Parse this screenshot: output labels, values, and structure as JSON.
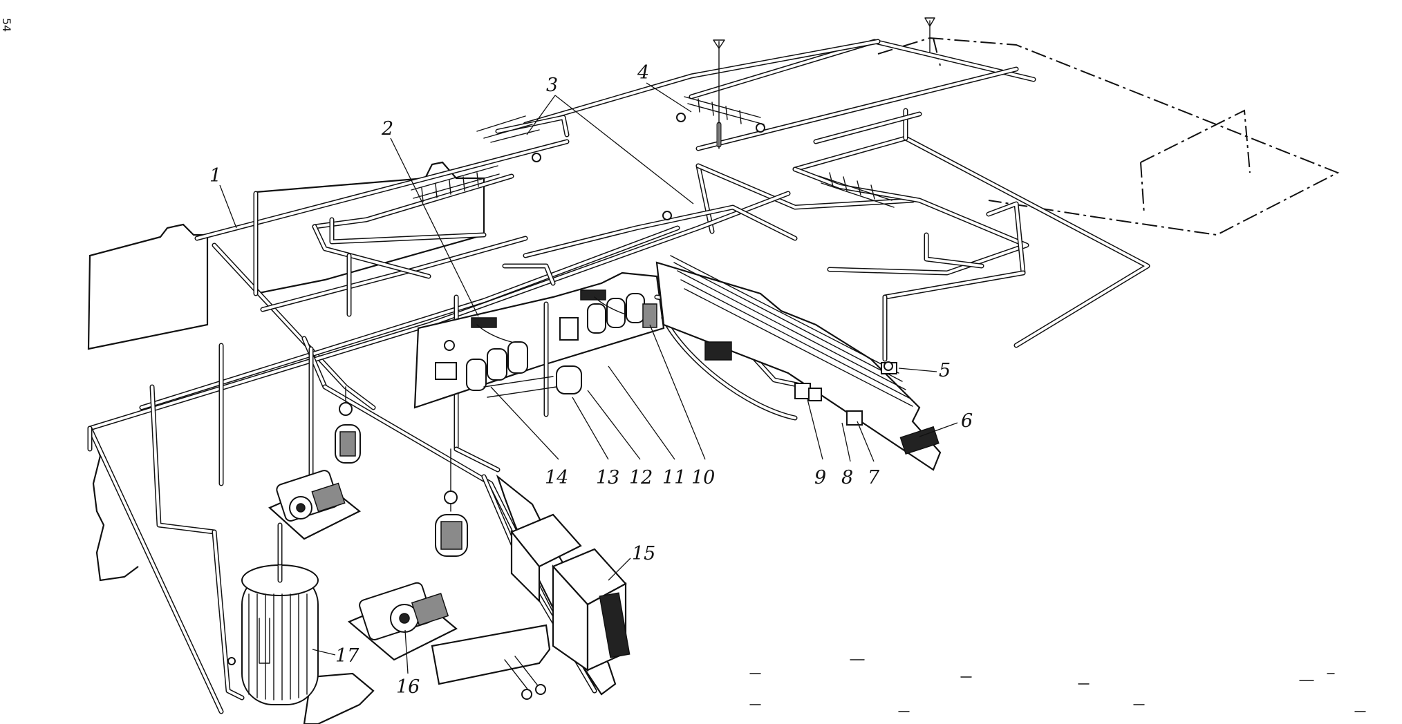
{
  "diagram": {
    "corner_mark": "54",
    "callouts": [
      "1",
      "2",
      "3",
      "4",
      "5",
      "6",
      "7",
      "8",
      "9",
      "10",
      "11",
      "12",
      "13",
      "14",
      "15",
      "16",
      "17"
    ]
  }
}
